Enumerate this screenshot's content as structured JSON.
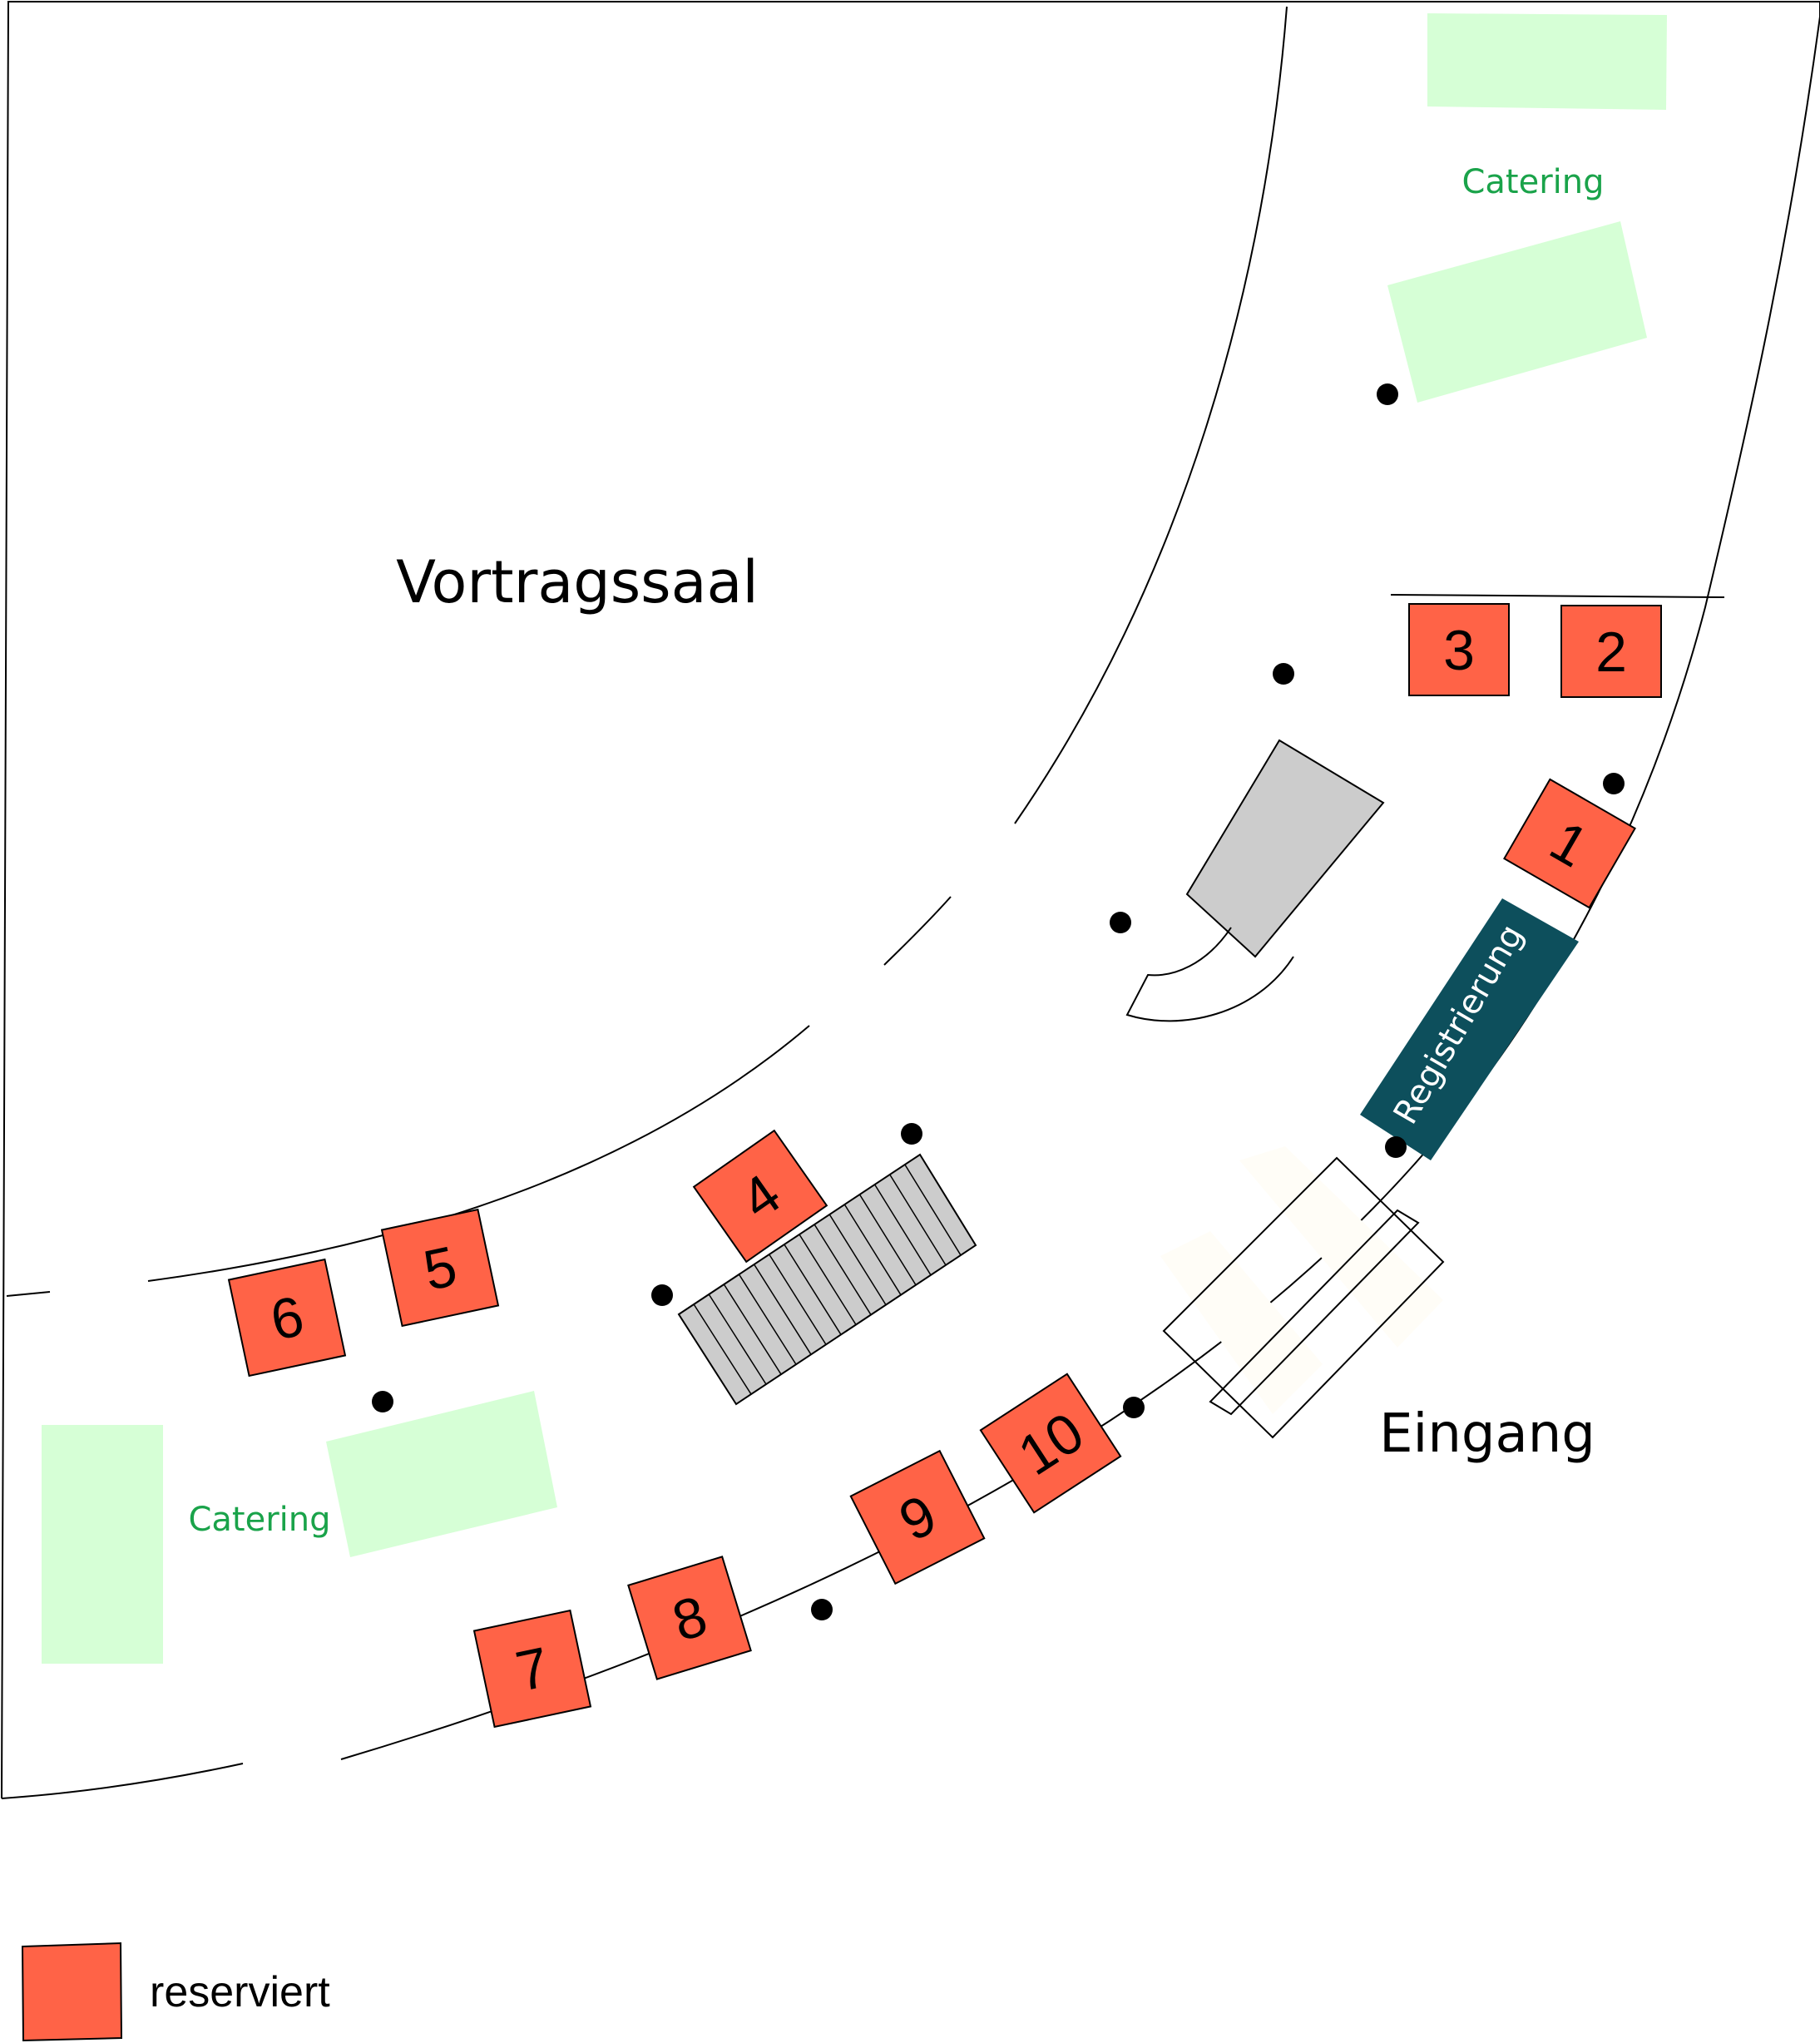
{
  "labels": {
    "hall": "Vortragssaal",
    "entrance": "Eingang",
    "registration": "Registrierung",
    "catering_top": "Catering",
    "catering_bottom": "Catering"
  },
  "legend": {
    "label": "reserviert",
    "color": "#ff6347"
  },
  "booths": [
    "1",
    "2",
    "3",
    "4",
    "5",
    "6",
    "7",
    "8",
    "9",
    "10"
  ],
  "colors": {
    "reserved": "#ff6347",
    "catering": "#d6ffd6",
    "catering_text": "#1aa34a",
    "registration": "#0d4f5c",
    "equipment": "#cccccc",
    "entrance_mat": "#fffdf7"
  }
}
